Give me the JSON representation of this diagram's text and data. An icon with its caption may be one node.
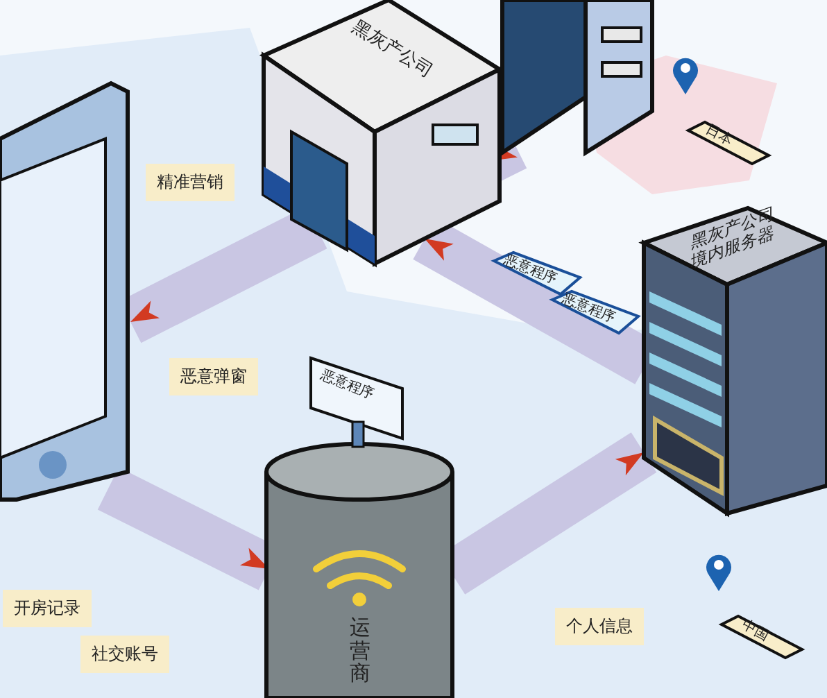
{
  "diagram": {
    "nodes": [
      {
        "text": [
          "黑灰产公司"
        ]
      },
      {
        "text": [],
        "shape": "box"
      },
      {
        "text": [
          "黑灰产公司境内服务器"
        ]
      },
      {
        "text": [],
        "shape": "picture"
      },
      {
        "text": [
          "运营商"
        ]
      },
      {
        "text": [
          "恶意程序"
        ]
      },
      {
        "text": [
          "恶意程序"
        ]
      },
      {
        "text": [
          "恶意程序"
        ]
      },
      {
        "text": [
          "日本"
        ]
      },
      {
        "text": [
          "中国"
        ]
      }
    ],
    "edges": [
      {
        "from": 1,
        "to": 0,
        "arrow": "to"
      },
      {
        "from": 2,
        "to": 0,
        "arrow": "to"
      },
      {
        "from": 0,
        "to": 3,
        "arrow": "to"
      },
      {
        "from": 3,
        "to": 4,
        "arrow": "to"
      },
      {
        "from": 4,
        "to": 2,
        "arrow": "to"
      }
    ],
    "labels": [
      "精准营销",
      "恶意弹窗",
      "开房记录",
      "社交账号",
      "个人信息"
    ]
  }
}
